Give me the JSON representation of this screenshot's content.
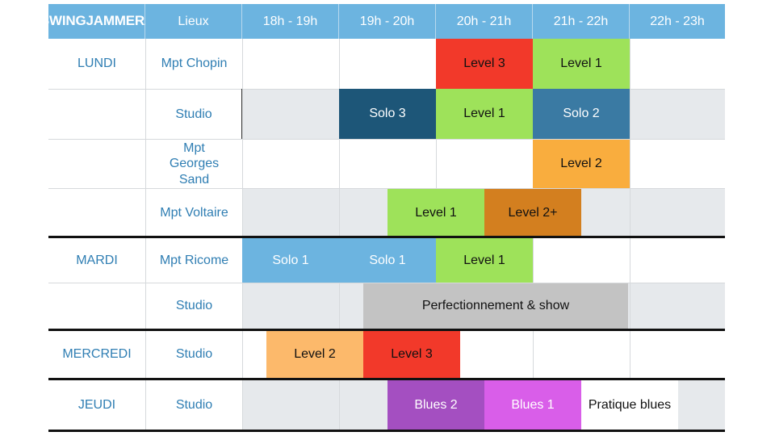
{
  "header": {
    "brand": "SWINGJAMMERZ",
    "lieux": "Lieux",
    "slots": [
      "18h - 19h",
      "19h - 20h",
      "20h - 21h",
      "21h - 22h",
      "22h - 23h"
    ]
  },
  "days": {
    "lundi": "LUNDI",
    "mardi": "MARDI",
    "mercredi": "MERCREDI",
    "jeudi": "JEUDI"
  },
  "locations": {
    "chopin": "Mpt Chopin",
    "studio": "Studio",
    "georges_sand": "Mpt Georges Sand",
    "voltaire": "Mpt Voltaire",
    "ricome": "Mpt Ricome"
  },
  "events": {
    "lundi_chopin_1": "Level 3",
    "lundi_chopin_2": "Level 1",
    "lundi_studio_1": "Solo 3",
    "lundi_studio_2": "Level 1",
    "lundi_studio_3": "Solo 2",
    "lundi_sand_1": "Level 2",
    "lundi_voltaire_1": "Level 1",
    "lundi_voltaire_2": "Level 2+",
    "mardi_ricome_1": "Solo 1",
    "mardi_ricome_2": "Solo 1",
    "mardi_ricome_3": "Level 1",
    "mardi_studio_1": "Perfectionnement & show",
    "mercredi_studio_1": "Level 2",
    "mercredi_studio_2": "Level 3",
    "jeudi_studio_1": "Blues 2",
    "jeudi_studio_2": "Blues 1",
    "jeudi_studio_3": "Pratique blues"
  },
  "colors": {
    "header": "#6cb4e0",
    "red": "#f2392a",
    "green": "#9ee25a",
    "dark_teal": "#1d5678",
    "steel_blue": "#3a7aa3",
    "orange": "#f9ad3e",
    "brown_orange": "#d37f1f",
    "light_blue": "#6cb4e0",
    "grey_block": "#c3c3c3",
    "peach": "#fcb96b",
    "purple": "#a44fc1",
    "magenta": "#d95ee9",
    "grey_bg": "#e6e9ec"
  }
}
